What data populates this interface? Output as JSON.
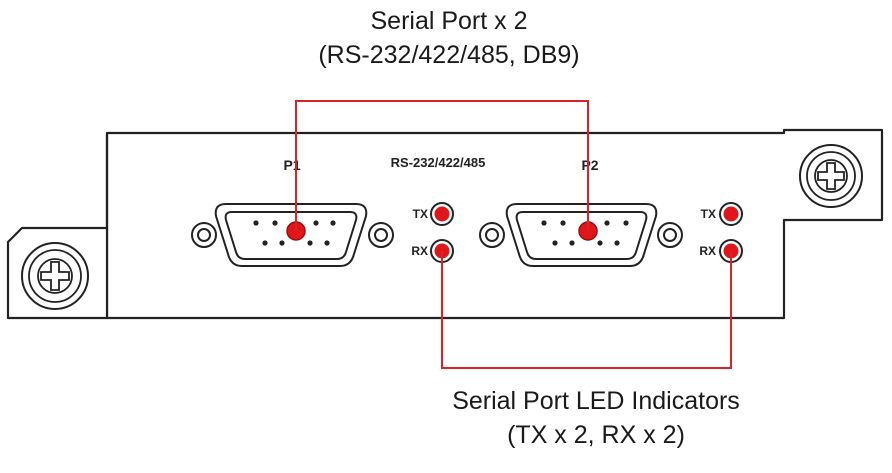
{
  "top_callout": {
    "line1": "Serial Port x 2",
    "line2": "(RS-232/422/485, DB9)"
  },
  "bottom_callout": {
    "line1": "Serial Port LED Indicators",
    "line2": "(TX x 2, RX x 2)"
  },
  "panel": {
    "port1_label": "P1",
    "port2_label": "P2",
    "standard_label": "RS-232/422/485",
    "tx_label": "TX",
    "rx_label": "RX"
  },
  "colors": {
    "callout_line": "#d8232a",
    "led_fill": "#e0161b",
    "outline": "#222222"
  },
  "icons": [
    "screw-icon",
    "db9-connector-icon",
    "led-indicator-icon"
  ]
}
